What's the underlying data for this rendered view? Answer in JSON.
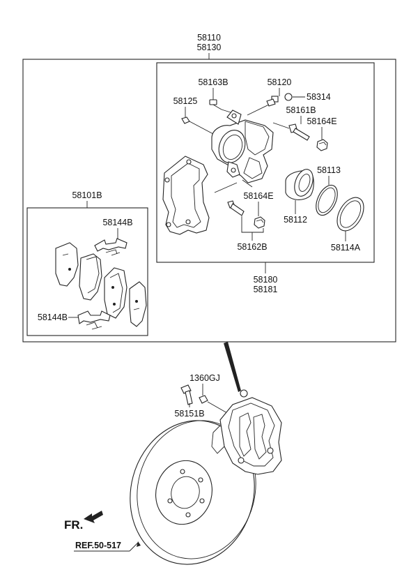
{
  "labels": {
    "assy_top_a": "58110",
    "assy_top_b": "58130",
    "pad_kit": "58101B",
    "clip_top": "58144B",
    "clip_bottom": "58144B",
    "bolt_top": "58163B",
    "cap_small": "58125",
    "bleeder": "58120",
    "bleeder_cap": "58314",
    "guide_pin": "58161B",
    "boot_top": "58164E",
    "piston_seal": "58113",
    "boot_mid": "58164E",
    "piston": "58112",
    "pin_set": "58162B",
    "piston_boot": "58114A",
    "caliper_a": "58180",
    "caliper_b": "58181",
    "mount_bolt": "58151B",
    "washer": "1360GJ",
    "front": "FR.",
    "reference": "REF.50-517"
  }
}
